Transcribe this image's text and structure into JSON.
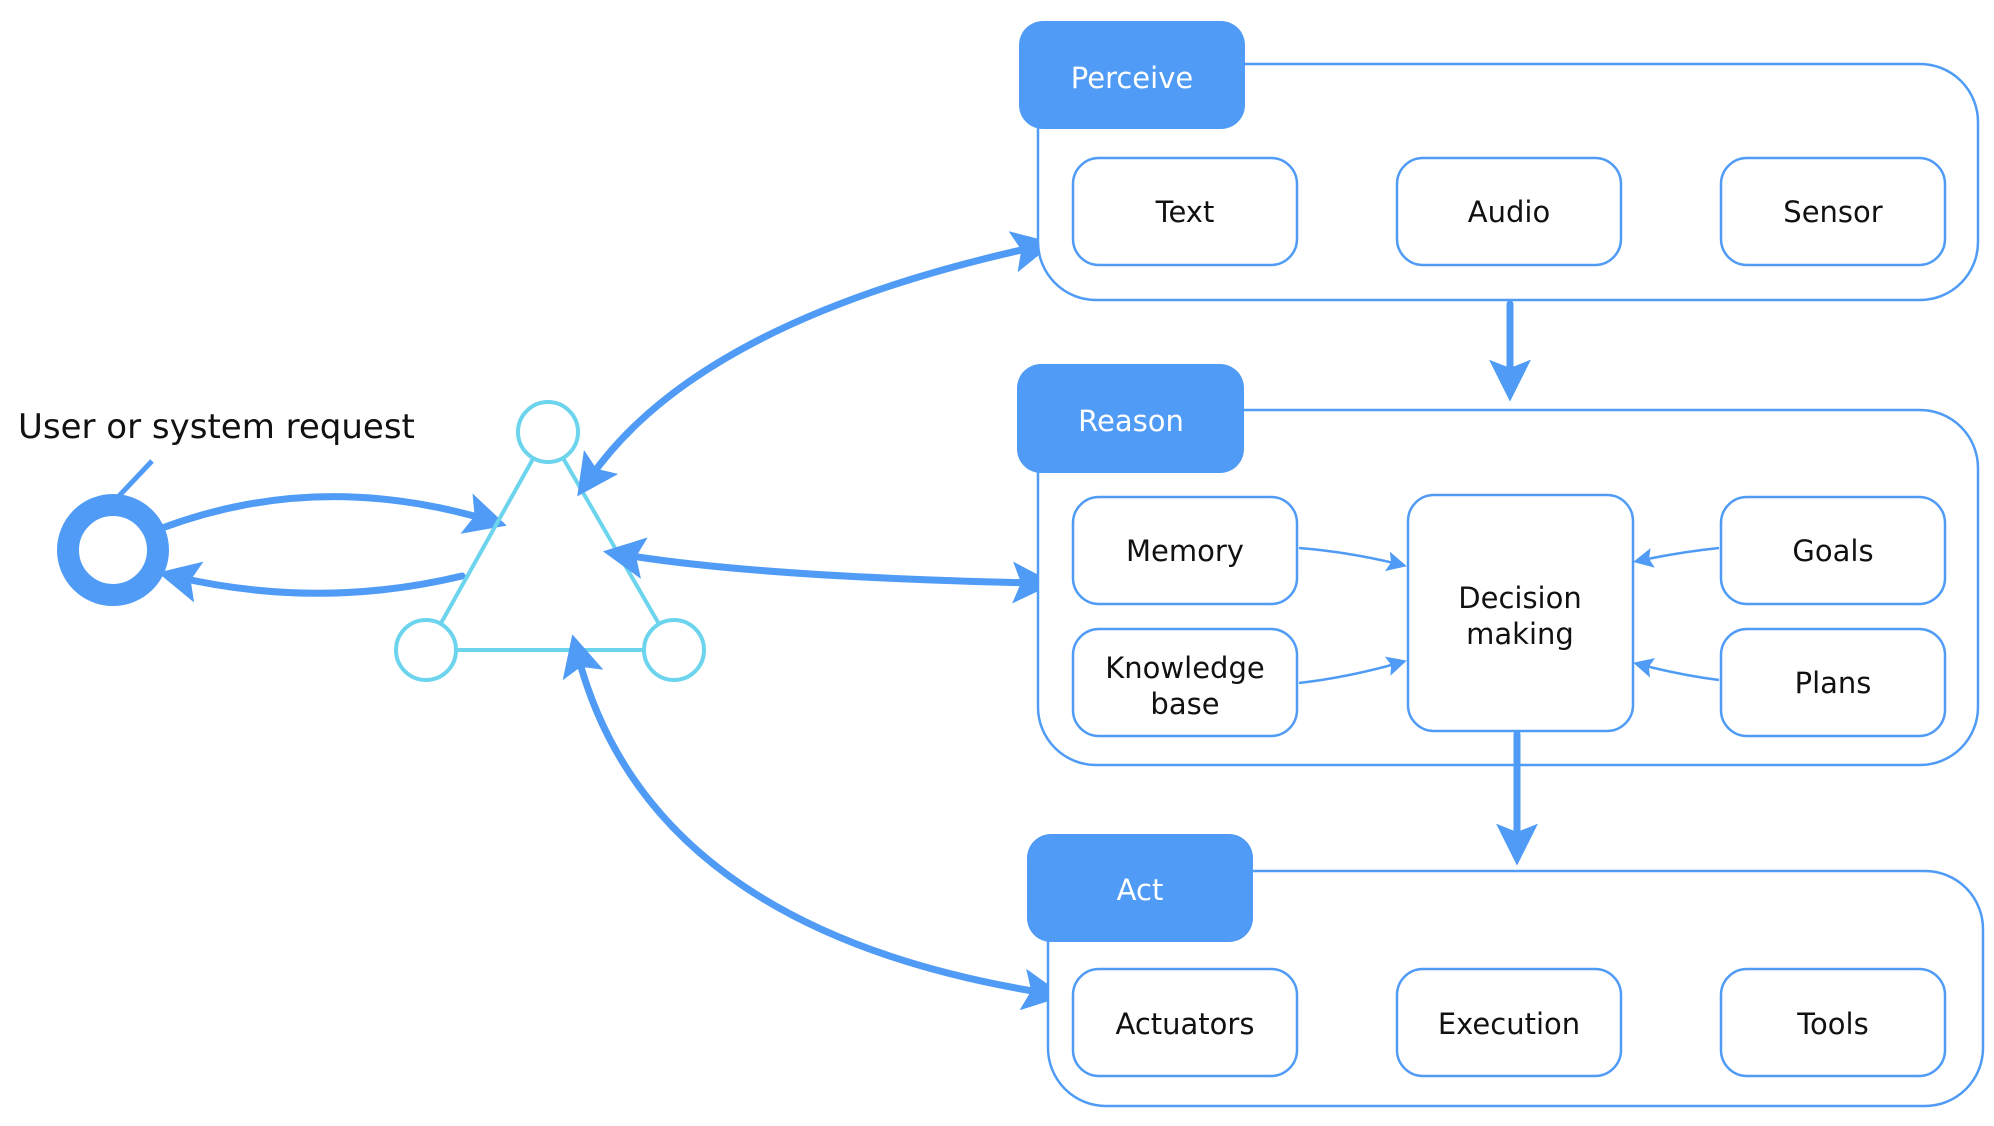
{
  "colors": {
    "accent": "#4f9bf5",
    "agent": "#6dd4ee",
    "text": "#111111",
    "header_text": "#ffffff"
  },
  "request": {
    "label": "User or system request"
  },
  "agent": {
    "icon": "triangle-nodes-icon"
  },
  "groups": {
    "perceive": {
      "title": "Perceive",
      "items": [
        "Text",
        "Audio",
        "Sensor"
      ]
    },
    "reason": {
      "title": "Reason",
      "memory": "Memory",
      "knowledge_line1": "Knowledge",
      "knowledge_line2": "base",
      "decision_line1": "Decision",
      "decision_line2": "making",
      "goals": "Goals",
      "plans": "Plans"
    },
    "act": {
      "title": "Act",
      "items": [
        "Actuators",
        "Execution",
        "Tools"
      ]
    }
  }
}
